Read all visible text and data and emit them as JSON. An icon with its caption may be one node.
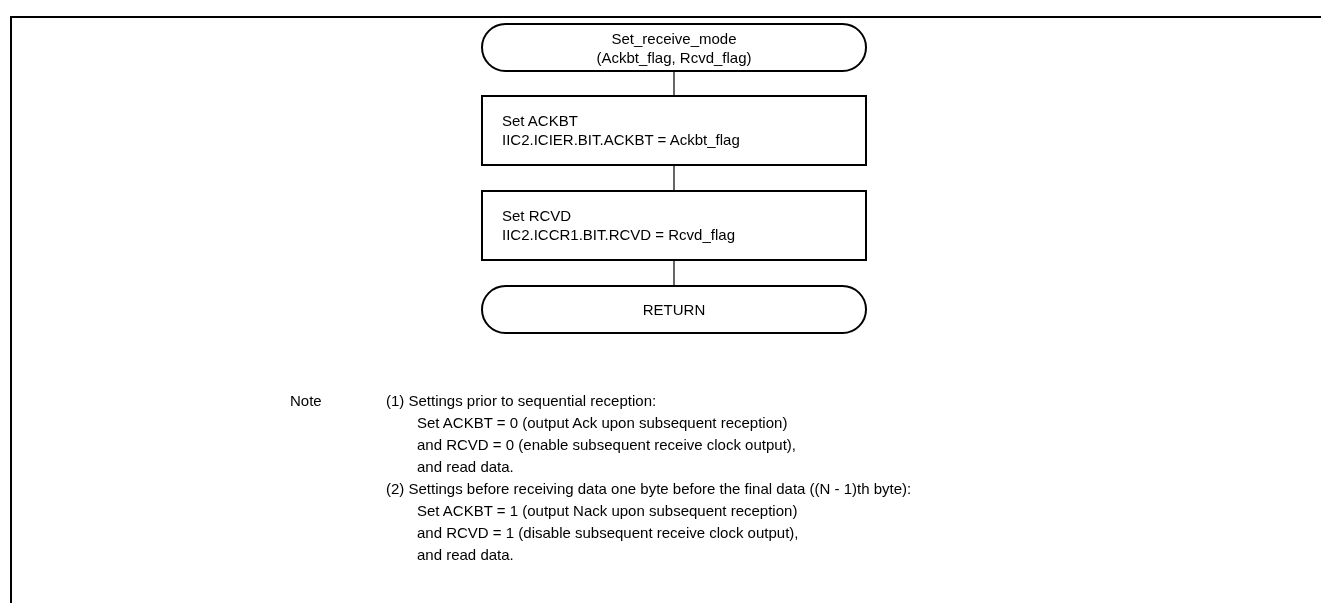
{
  "diagram": {
    "nodes": [
      {
        "text": [
          "Set_receive_mode",
          "(Ackbt_flag, Rcvd_flag)"
        ]
      },
      {
        "text": [
          "Set ACKBT",
          "IIC2.ICIER.BIT.ACKBT = Ackbt_flag"
        ]
      },
      {
        "text": [
          "Set RCVD",
          "IIC2.ICCR1.BIT.RCVD = Rcvd_flag"
        ]
      },
      {
        "text": [
          "RETURN"
        ]
      }
    ],
    "edges": [
      {
        "from": 0,
        "to": 1,
        "arrow": "none"
      },
      {
        "from": 1,
        "to": 2,
        "arrow": "none"
      },
      {
        "from": 2,
        "to": 3,
        "arrow": "none"
      }
    ],
    "labels": [
      "Note",
      "(1) Settings prior to sequential reception:",
      "Set ACKBT = 0 (output Ack upon subsequent reception)",
      "and RCVD = 0 (enable subsequent receive clock output),",
      "and read data.",
      "(2) Settings before receiving data one byte before the final data ((N - 1)th byte):",
      "Set ACKBT = 1 (output Nack upon subsequent reception)",
      "and RCVD = 1 (disable subsequent receive clock output),",
      "and read data."
    ]
  }
}
